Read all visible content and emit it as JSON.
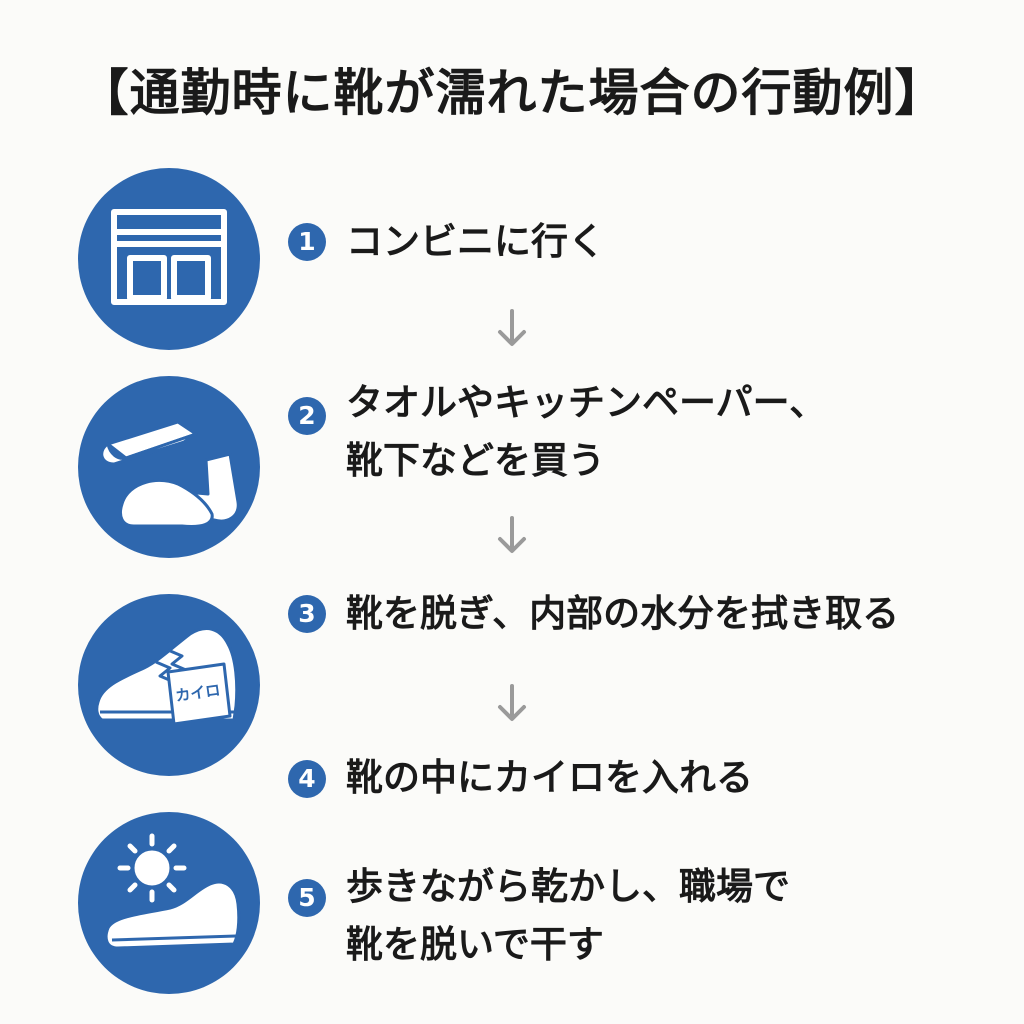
{
  "title": "【通勤時に靴が濡れた場合の行動例】",
  "icons": {
    "step1": "convenience-store-icon",
    "step2": "towel-and-socks-icon",
    "step3": "shoe-with-kairo-icon",
    "step5": "sun-and-shoe-icon"
  },
  "kairo_label": "カイロ",
  "colors": {
    "accent": "#2e67ae",
    "arrow": "#9a9a9a",
    "text": "#1a1a1a",
    "background": "#fbfbf9"
  },
  "steps": [
    {
      "num": "1",
      "line1": "コンビニに行く",
      "line2": ""
    },
    {
      "num": "2",
      "line1": "タオルやキッチンペーパー、",
      "line2": "靴下などを買う"
    },
    {
      "num": "3",
      "line1": "靴を脱ぎ、内部の水分を拭き取る",
      "line2": ""
    },
    {
      "num": "4",
      "line1": "靴の中にカイロを入れる",
      "line2": ""
    },
    {
      "num": "5",
      "line1": "歩きながら乾かし、職場で",
      "line2": "靴を脱いで干す"
    }
  ]
}
